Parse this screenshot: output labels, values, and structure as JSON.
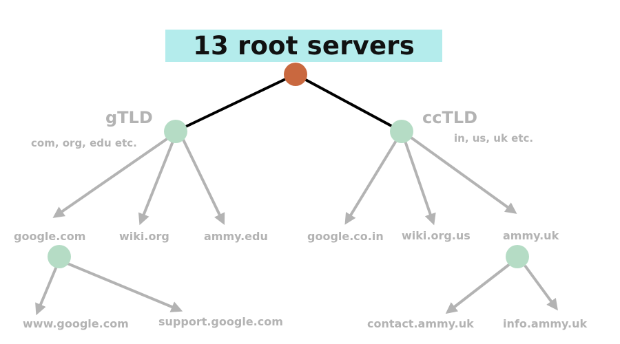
{
  "title": "13 root servers",
  "colors": {
    "title_bg": "#b4ecec",
    "root_node": "#c9683f",
    "child_node": "#b5dcc5",
    "root_edge": "#000000",
    "arrow": "#b3b3b3",
    "label": "#b3b3b3",
    "title_text": "#111111"
  },
  "tlds": {
    "gtld": {
      "name": "gTLD",
      "examples": "com, org, edu etc."
    },
    "cctld": {
      "name": "ccTLD",
      "examples": "in, us, uk etc."
    }
  },
  "domains": {
    "google_com": "google.com",
    "wiki_org": "wiki.org",
    "ammy_edu": "ammy.edu",
    "google_co_in": "google.co.in",
    "wiki_org_us": "wiki.org.us",
    "ammy_uk": "ammy.uk"
  },
  "subdomains": {
    "www_google_com": "www.google.com",
    "support_google_com": "support.google.com",
    "contact_ammy_uk": "contact.ammy.uk",
    "info_ammy_uk": "info.ammy.uk"
  }
}
